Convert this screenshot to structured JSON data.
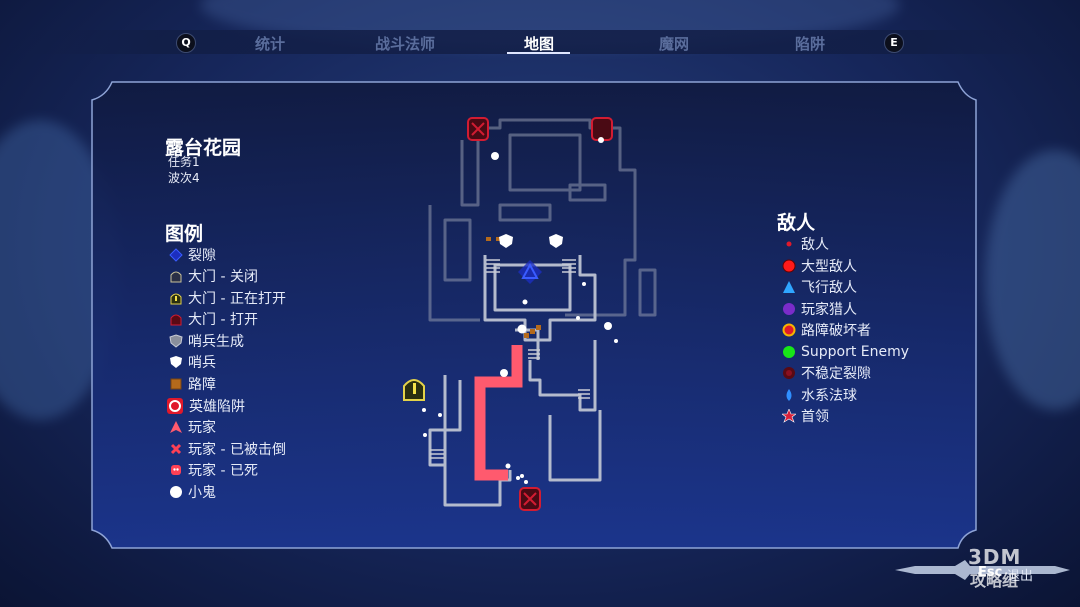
{
  "tabs": {
    "left_key": "Q",
    "right_key": "E",
    "items": [
      "统计",
      "战斗法师",
      "地图",
      "魔网",
      "陷阱"
    ],
    "active": "地图"
  },
  "map_info": {
    "title": "露台花园",
    "mission": "任务1",
    "wave": "波次4"
  },
  "legend": {
    "heading": "图例",
    "items": [
      {
        "label": "裂隙",
        "icon": "rift-icon"
      },
      {
        "label": "大门 - 关闭",
        "icon": "gate-closed-icon"
      },
      {
        "label": "大门 - 正在打开",
        "icon": "gate-opening-icon"
      },
      {
        "label": "大门 - 打开",
        "icon": "gate-open-icon"
      },
      {
        "label": "哨兵生成",
        "icon": "sentry-spawn-icon"
      },
      {
        "label": "哨兵",
        "icon": "sentry-icon"
      },
      {
        "label": "路障",
        "icon": "barricade-icon"
      },
      {
        "label": "英雄陷阱",
        "icon": "hero-trap-icon"
      },
      {
        "label": "玩家",
        "icon": "player-icon"
      },
      {
        "label": "玩家 - 已被击倒",
        "icon": "player-downed-icon"
      },
      {
        "label": "玩家 - 已死",
        "icon": "player-dead-icon"
      },
      {
        "label": "小鬼",
        "icon": "minion-icon"
      }
    ]
  },
  "enemies": {
    "heading": "敌人",
    "items": [
      {
        "label": "敌人",
        "icon": "enemy-dot-icon",
        "color": "#e0192b"
      },
      {
        "label": "大型敌人",
        "icon": "large-enemy-icon",
        "color": "#ff1a1a"
      },
      {
        "label": "飞行敌人",
        "icon": "flying-enemy-icon",
        "color": "#2fa6ff"
      },
      {
        "label": "玩家猎人",
        "icon": "player-hunter-icon",
        "color": "#7a2cc9"
      },
      {
        "label": "路障破坏者",
        "icon": "barricade-breaker-icon",
        "color": "#f5b400"
      },
      {
        "label": "Support Enemy",
        "icon": "support-enemy-icon",
        "color": "#18e618"
      },
      {
        "label": "不稳定裂隙",
        "icon": "unstable-rift-icon",
        "color": "#8a1020"
      },
      {
        "label": "水系法球",
        "icon": "water-orb-icon",
        "color": "#2f8fff"
      },
      {
        "label": "首领",
        "icon": "boss-icon",
        "color": "#d9203a"
      }
    ]
  },
  "footer": {
    "esc_key": "Esc",
    "esc_label": "退出",
    "watermark_top": "3DM",
    "watermark_bottom": "攻略组"
  },
  "colors": {
    "panel_border": "#8ea3d6",
    "map_walls": "#9aa3b8",
    "path": "#ff5a6e",
    "accent": "#dfe6ff"
  }
}
